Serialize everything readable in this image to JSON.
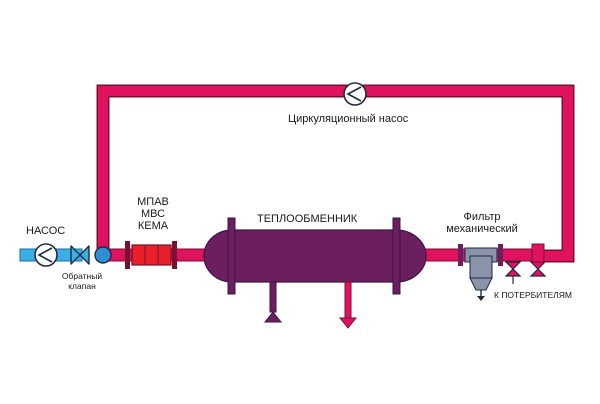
{
  "labels": {
    "circulation_pump": "Циркуляционный насос",
    "pump": "НАСОС",
    "check_valve_line1": "Обратный",
    "check_valve_line2": "клапан",
    "filter_block_line1": "МПАВ",
    "filter_block_line2": "МВС",
    "filter_block_line3": "КЕМА",
    "heat_exchanger": "ТЕПЛООБМЕННИК",
    "mech_filter_line1": "Фильтр",
    "mech_filter_line2": "механический",
    "to_consumers": "К ПОТЕРБИТЕЛЯМ"
  },
  "colors": {
    "pipe": "#e0115f",
    "pipe_outline": "#7a1030",
    "cold_pipe": "#3aaee6",
    "exchanger": "#6b1f5e",
    "exchanger_flange": "#3f1046",
    "block_red": "#e8202a",
    "filter_gray": "#8a93a8",
    "pump_fill": "#ffffff",
    "icon_stroke": "#1f2a44"
  }
}
